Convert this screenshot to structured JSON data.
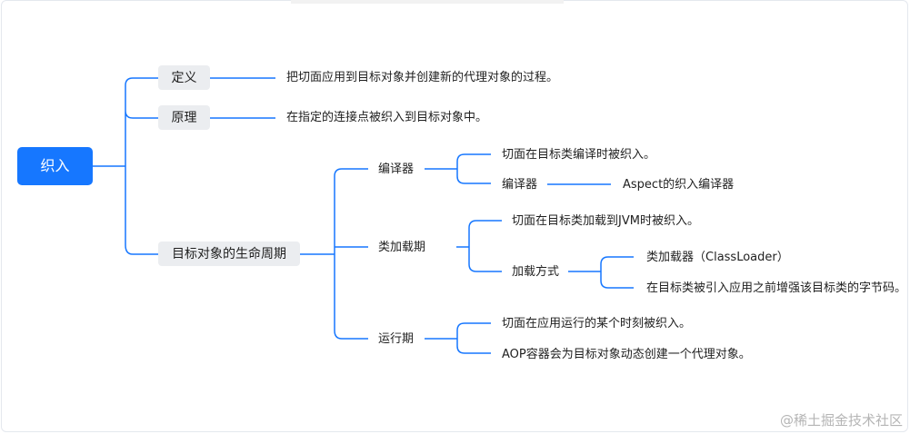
{
  "root": "织入",
  "definition": {
    "label": "定义",
    "text": "把切面应用到目标对象并创建新的代理对象的过程。"
  },
  "principle": {
    "label": "原理",
    "text": "在指定的连接点被织入到目标对象中。"
  },
  "lifecycle": {
    "label": "目标对象的生命周期",
    "compile": {
      "label": "编译器",
      "text1": "切面在目标类编译时被织入。",
      "sub_label": "编译器",
      "sub_text": "Aspect的织入编译器"
    },
    "classload": {
      "label": "类加载期",
      "text1": "切面在目标类加载到JVM时被织入。",
      "method": {
        "label": "加载方式",
        "item1": "类加载器（ClassLoader）",
        "item2": "在目标类被引入应用之前增强该目标类的字节码。"
      }
    },
    "runtime": {
      "label": "运行期",
      "text1": "切面在应用运行的某个时刻被织入。",
      "text2": "AOP容器会为目标对象动态创建一个代理对象。"
    }
  },
  "watermark": "@稀土掘金技术社区",
  "colors": {
    "accent": "#1677ff",
    "node_bg": "#ebedf0"
  }
}
